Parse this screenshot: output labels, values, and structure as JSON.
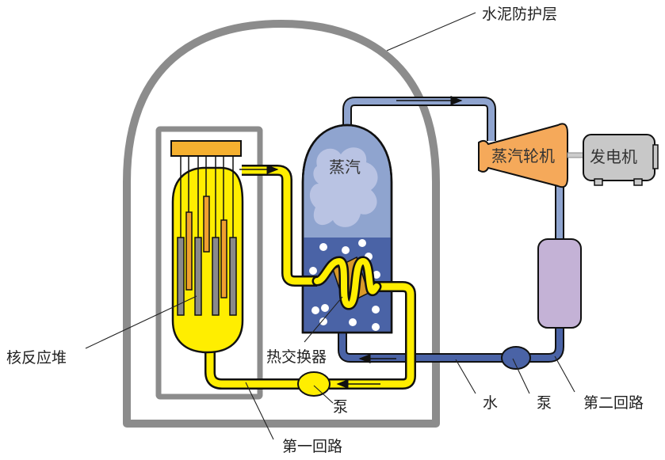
{
  "title": "核电站工作原理示意图",
  "labels": {
    "concrete_shield": "水泥防护层",
    "steam": "蒸汽",
    "steam_turbine": "蒸汽轮机",
    "generator": "发电机",
    "reactor": "核反应堆",
    "heat_exchanger": "热交换器",
    "pump_primary": "泵",
    "primary_loop": "第一回路",
    "water": "水",
    "pump_secondary": "泵",
    "secondary_loop": "第二回路"
  },
  "colors": {
    "shield": "#8c8c8c",
    "primary_coolant": "#ffee00",
    "secondary_pipe_steam": "#8fa4cf",
    "secondary_pipe_water": "#4a63a6",
    "steam_cloud": "#b9c3e3",
    "turbine": "#f5a95a",
    "generator": "#c8c8c8",
    "condenser": "#c4b2d6",
    "control_rod": "#f0a030",
    "fuel_rod": "#8a8a8a",
    "rod_drive": "#f5b030"
  }
}
